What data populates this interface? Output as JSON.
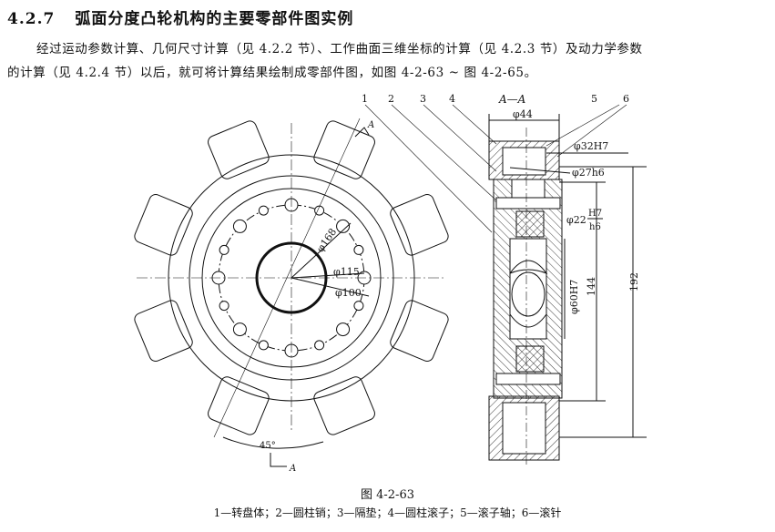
{
  "section": {
    "number": "4.2.7",
    "title": "弧面分度凸轮机构的主要零部件图实例"
  },
  "paragraph": {
    "line1": "经过运动参数计算、几何尺寸计算（见 4.2.2 节）、工作曲面三维坐标的计算（见 4.2.3 节）及动力学参数",
    "line2": "的计算（见 4.2.4 节）以后，就可将计算结果绘制成零部件图，如图 4-2-63 ~ 图 4-2-65。"
  },
  "drawing": {
    "front_view": {
      "d168": "φ168",
      "d115": "φ115",
      "d100": "φ100",
      "angle": "45°",
      "section_mark": "A"
    },
    "section_view": {
      "title": "A—A",
      "d44": "φ44",
      "d32": "φ32H7",
      "d27": "φ27h6",
      "d22": "φ22",
      "fit_top": "H7",
      "fit_bottom": "h6",
      "d60": "φ60H7",
      "len144": "144",
      "len192": "192"
    },
    "callouts": [
      "1",
      "2",
      "3",
      "4",
      "5",
      "6"
    ]
  },
  "figure": {
    "caption": "图 4-2-63",
    "legend": "1—转盘体；2—圆柱销；3—隔垫；4—圆柱滚子；5—滚子轴；6—滚针"
  }
}
